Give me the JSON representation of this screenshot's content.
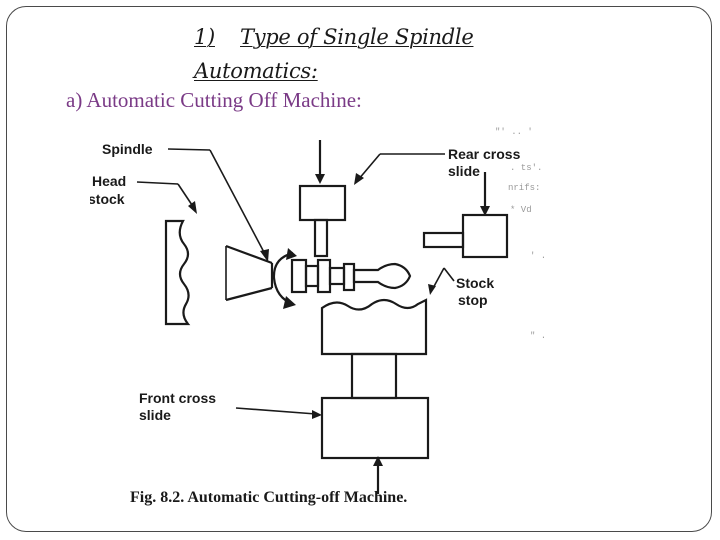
{
  "slide": {
    "heading_number": "1)",
    "heading_title": "Type of Single Spindle",
    "heading_continuation": "Automatics:",
    "subheading": "a) Automatic Cutting Off Machine:"
  },
  "figure": {
    "labels": {
      "spindle": "Spindle",
      "head": "Head",
      "stock": "stock",
      "rear_cross": "Rear cross",
      "rear_slide": "slide",
      "stock_label": "Stock",
      "stop": "stop",
      "front_cross": "Front cross",
      "front_slide": "slide"
    },
    "caption": "Fig. 8.2. Automatic Cutting-off Machine."
  }
}
